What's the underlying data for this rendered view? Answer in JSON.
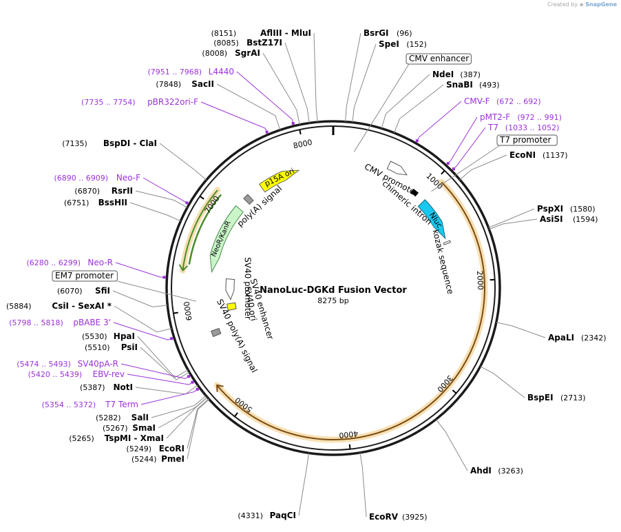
{
  "credit": {
    "prefix": "Created by",
    "brand": "SnapGene"
  },
  "plasmid": {
    "name": "NanoLuc-DGKd Fusion Vector",
    "length_label": "8275 bp",
    "length": 8275
  },
  "colors": {
    "backbone": "#1a1a1a",
    "enzyme_text": "#000000",
    "primer": "#9b30d9",
    "orf_fill": "#d9a048",
    "orf_glow": "#f7e0b3",
    "nluc": "#18c8ef",
    "p15a": "#ffff00",
    "neo": "#c9f5c9",
    "neo_orf": "#4a8a2a",
    "polya": "#9a9a9a",
    "sv40_ori": "#ffff00"
  },
  "ticks": [
    {
      "pos": 0,
      "label": ""
    },
    {
      "pos": 1000,
      "label": "1000"
    },
    {
      "pos": 2000,
      "label": "2000"
    },
    {
      "pos": 3000,
      "label": "3000"
    },
    {
      "pos": 4000,
      "label": "4000"
    },
    {
      "pos": 5000,
      "label": "5000"
    },
    {
      "pos": 6000,
      "label": "6000"
    },
    {
      "pos": 7000,
      "label": "7000"
    },
    {
      "pos": 8000,
      "label": "8000"
    }
  ],
  "enzymes": [
    {
      "name": "BsrGI",
      "pos_text": "(96)",
      "pos": 96
    },
    {
      "name": "SpeI",
      "pos_text": "(152)",
      "pos": 152
    },
    {
      "name": "NdeI",
      "pos_text": "(387)",
      "pos": 387
    },
    {
      "name": "SnaBI",
      "pos_text": "(493)",
      "pos": 493
    },
    {
      "name": "EcoNI",
      "pos_text": "(1137)",
      "pos": 1137
    },
    {
      "name": "PspXI",
      "pos_text": "(1580)",
      "pos": 1580
    },
    {
      "name": "AsiSI",
      "pos_text": "(1594)",
      "pos": 1594
    },
    {
      "name": "ApaLI",
      "pos_text": "(2342)",
      "pos": 2342
    },
    {
      "name": "BspEI",
      "pos_text": "(2713)",
      "pos": 2713
    },
    {
      "name": "AhdI",
      "pos_text": "(3263)",
      "pos": 3263
    },
    {
      "name": "EcoRV",
      "pos_text": "(3925)",
      "pos": 3925
    },
    {
      "name": "PaqCI",
      "pos_text": "(4331)",
      "pos": 4331
    },
    {
      "name": "PmeI",
      "pos_text": "(5244)",
      "pos": 5244
    },
    {
      "name": "EcoRI",
      "pos_text": "(5249)",
      "pos": 5249
    },
    {
      "name": "TspMI - XmaI",
      "pos_text": "(5265)",
      "pos": 5265
    },
    {
      "name": "SmaI",
      "pos_text": "(5267)",
      "pos": 5267
    },
    {
      "name": "SalI",
      "pos_text": "(5282)",
      "pos": 5282
    },
    {
      "name": "NotI",
      "pos_text": "(5387)",
      "pos": 5387
    },
    {
      "name": "PsiI",
      "pos_text": "(5510)",
      "pos": 5510
    },
    {
      "name": "HpaI",
      "pos_text": "(5530)",
      "pos": 5530
    },
    {
      "name": "CsiI - SexAI *",
      "pos_text": "(5884)",
      "pos": 5884
    },
    {
      "name": "SfiI",
      "pos_text": "(6070)",
      "pos": 6070
    },
    {
      "name": "BssHII",
      "pos_text": "(6751)",
      "pos": 6751
    },
    {
      "name": "RsrII",
      "pos_text": "(6870)",
      "pos": 6870
    },
    {
      "name": "BspDI - ClaI",
      "pos_text": "(7135)",
      "pos": 7135
    },
    {
      "name": "SacII",
      "pos_text": "(7848)",
      "pos": 7848
    },
    {
      "name": "SgrAI",
      "pos_text": "(8008)",
      "pos": 8008
    },
    {
      "name": "BstZ17I",
      "pos_text": "(8085)",
      "pos": 8085
    },
    {
      "name": "AflIII - MluI",
      "pos_text": "(8151)",
      "pos": 8151
    }
  ],
  "primers": [
    {
      "name": "CMV-F",
      "range": "(672 .. 692)",
      "pos": 682
    },
    {
      "name": "pMT2-F",
      "range": "(972 .. 991)",
      "pos": 981
    },
    {
      "name": "T7",
      "range": "(1033 .. 1052)",
      "pos": 1042
    },
    {
      "name": "T7 Term",
      "range": "(5354 .. 5372)",
      "pos": 5363
    },
    {
      "name": "EBV-rev",
      "range": "(5420 .. 5439)",
      "pos": 5430
    },
    {
      "name": "SV40pA-R",
      "range": "(5474 .. 5493)",
      "pos": 5484
    },
    {
      "name": "pBABE 3'",
      "range": "(5798 .. 5818)",
      "pos": 5808
    },
    {
      "name": "Neo-R",
      "range": "(6280 .. 6299)",
      "pos": 6290
    },
    {
      "name": "Neo-F",
      "range": "(6890 .. 6909)",
      "pos": 6900
    },
    {
      "name": "pBR322ori-F",
      "range": "(7735 .. 7754)",
      "pos": 7745
    },
    {
      "name": "L4440",
      "range": "(7951 .. 7968)",
      "pos": 7960
    }
  ],
  "boxed_features": [
    {
      "name": "CMV enhancer",
      "pos": 200
    },
    {
      "name": "T7 promoter",
      "pos": 1045
    },
    {
      "name": "EM7 promoter",
      "pos": 6080
    }
  ],
  "features": [
    {
      "name": "CMV promoter",
      "start": 560,
      "end": 760,
      "strand": 1,
      "kind": "promoter"
    },
    {
      "name": "chimeric intron",
      "start": 860,
      "end": 990,
      "strand": 0,
      "kind": "intron"
    },
    {
      "name": "Nluc",
      "start": 1000,
      "end": 1520,
      "strand": 1,
      "kind": "nluc"
    },
    {
      "name": "kozak sequence",
      "start": 1540,
      "end": 1560,
      "strand": 0,
      "kind": "kozak"
    },
    {
      "name": "SV40 ori",
      "start": 5900,
      "end": 6020,
      "strand": 0,
      "kind": "ori"
    },
    {
      "name": "SV40 enhancer",
      "start": 5900,
      "end": 6020,
      "strand": 0,
      "kind": "label"
    },
    {
      "name": "SV40 promoter",
      "start": 6060,
      "end": 6320,
      "strand": -1,
      "kind": "promoter"
    },
    {
      "name": "SV40 poly(A) signal",
      "start": 5380,
      "end": 5520,
      "strand": 0,
      "kind": "polya"
    },
    {
      "name": "NeoR/KanR",
      "start": 6360,
      "end": 7140,
      "strand": -1,
      "kind": "neo"
    },
    {
      "name": "poly(A) signal",
      "start": 7230,
      "end": 7300,
      "strand": 0,
      "kind": "polya"
    },
    {
      "name": "p15A ori",
      "start": 7420,
      "end": 7880,
      "strand": 1,
      "kind": "p15a"
    }
  ],
  "orfs": [
    {
      "start": 1050,
      "end": 5290,
      "strand": 1
    },
    {
      "start": 6360,
      "end": 7130,
      "strand": -1
    }
  ],
  "center_title": "NanoLuc-DGKd Fusion Vector",
  "center_subtitle": "8275 bp"
}
